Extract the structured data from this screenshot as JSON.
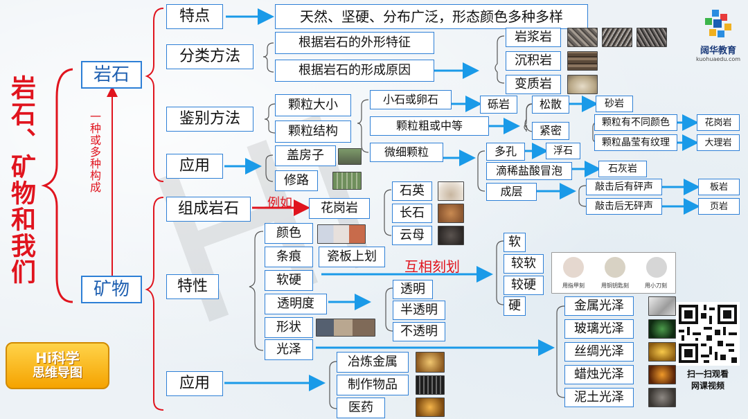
{
  "title": "岩石、矿物和我们",
  "rock": "岩石",
  "mineral": "矿物",
  "relation": "一种或多种构成",
  "rock_branch": {
    "features": {
      "label": "特点",
      "text": "天然、坚硬、分布广泛，形态颜色多种多样"
    },
    "classification": {
      "label": "分类方法",
      "by_shape": "根据岩石的外形特征",
      "by_origin": "根据岩石的形成原因",
      "types": [
        "岩浆岩",
        "沉积岩",
        "变质岩"
      ]
    },
    "identification": {
      "label": "鉴别方法",
      "grain_size": "颗粒大小",
      "grain_structure": "颗粒结构",
      "small_stone": "小石或卵石",
      "gravel": "砾岩",
      "coarse": "颗粒粗或中等",
      "loose": "松散",
      "sandstone": "砂岩",
      "dense": "紧密",
      "diff_colors": "颗粒有不同颜色",
      "granite": "花岗岩",
      "shiny_texture": "颗粒晶莹有纹理",
      "marble": "大理岩",
      "fine": "微细颗粒",
      "porous": "多孔",
      "pumice": "浮石",
      "acid_bubbles": "滴稀盐酸冒泡",
      "limestone": "石灰岩",
      "layered": "成层",
      "crisp_sound": "敲击后有砰声",
      "slate": "板岩",
      "no_sound": "敲击后无砰声",
      "shale": "页岩"
    },
    "application": {
      "label": "应用",
      "items": [
        "盖房子",
        "修路"
      ]
    }
  },
  "mineral_branch": {
    "composition": {
      "label": "组成岩石",
      "example": "例如",
      "rock": "花岗岩",
      "minerals": [
        "石英",
        "长石",
        "云母"
      ]
    },
    "properties": {
      "label": "特性",
      "color": "颜色",
      "streak": "条痕",
      "streak_tool": "瓷板上划",
      "hardness": "软硬",
      "scratch": "互相刻划",
      "hardness_levels": [
        "软",
        "较软",
        "较硬",
        "硬"
      ],
      "scratch_tools": [
        "用指甲刻",
        "用铜钥匙刻",
        "用小刀刻"
      ],
      "transparency": "透明度",
      "transparency_levels": [
        "透明",
        "半透明",
        "不透明"
      ],
      "shape": "形状",
      "luster": "光泽",
      "luster_types": [
        "金属光泽",
        "玻璃光泽",
        "丝绸光泽",
        "蜡烛光泽",
        "泥土光泽"
      ]
    },
    "application": {
      "label": "应用",
      "items": [
        "冶炼金属",
        "制作物品",
        "医药"
      ]
    }
  },
  "badge": {
    "line1": "Hi科学",
    "line2": "思维导图"
  },
  "logo": {
    "name": "阔华教育",
    "url": "kuohuaedu.com"
  },
  "qr_caption": {
    "line1": "扫一扫观看",
    "line2": "网课视频"
  },
  "watermark": "Hi"
}
